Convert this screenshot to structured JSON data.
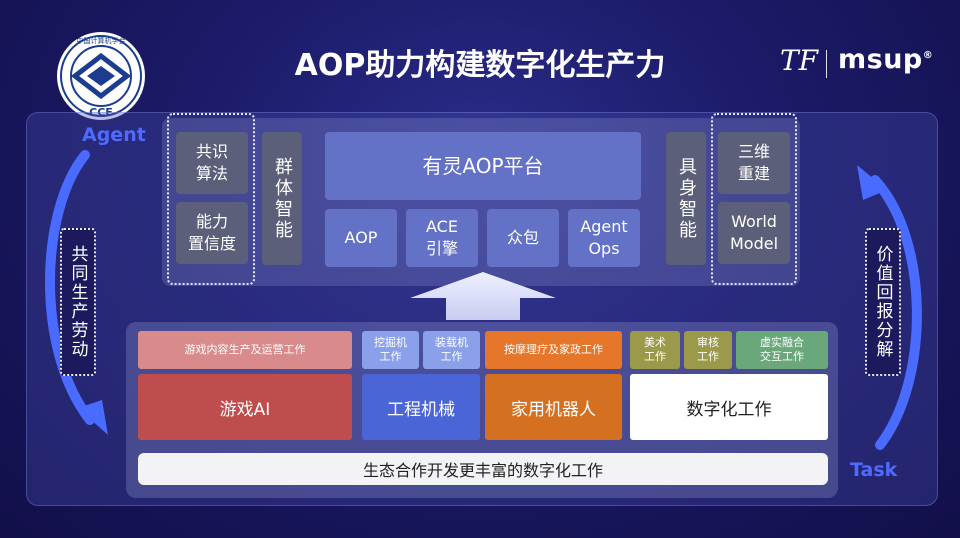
{
  "title": "AOP助力构建数字化生产力",
  "logos": {
    "ccf_ring": "中国计算机学会",
    "ccf_letters": "CCF",
    "tf": "TF",
    "msup": "msup",
    "registered": "®"
  },
  "labels": {
    "agent": "Agent",
    "task": "Task",
    "left_vertical": "共同生产劳动",
    "right_vertical": "价值回报分解"
  },
  "upper": {
    "left_boxes": [
      "共识\n算法",
      "能力\n置信度"
    ],
    "left_side": "群体智能",
    "platform": "有灵AOP平台",
    "modules": [
      "AOP",
      "ACE\n引擎",
      "众包",
      "Agent\nOps"
    ],
    "right_side": "具身智能",
    "right_boxes": [
      "三维\n重建",
      "World\nModel"
    ]
  },
  "lower": {
    "game": {
      "top": "游戏内容生产及运营工作",
      "main": "游戏AI"
    },
    "engineering": {
      "tops": [
        "挖掘机\n工作",
        "装载机\n工作"
      ],
      "main": "工程机械"
    },
    "home": {
      "top": "按摩理疗及家政工作",
      "main": "家用机器人"
    },
    "digital": {
      "tops": [
        "美术\n工作",
        "审核\n工作",
        "虚实融合\n交互工作"
      ],
      "main": "数字化工作"
    },
    "bottom": "生态合作开发更丰富的数字化工作"
  },
  "colors": {
    "game_top": "#d98b8b",
    "game_main": "#c04d4d",
    "eng_top": "#8aa0ea",
    "eng_main": "#4a66d6",
    "home_top": "#e5762a",
    "home_main": "#d4701f",
    "dig_olive": "#9a9a4a",
    "dig_green": "#6aa87c",
    "purple": "#6371c6",
    "gray": "#5c5f79"
  }
}
